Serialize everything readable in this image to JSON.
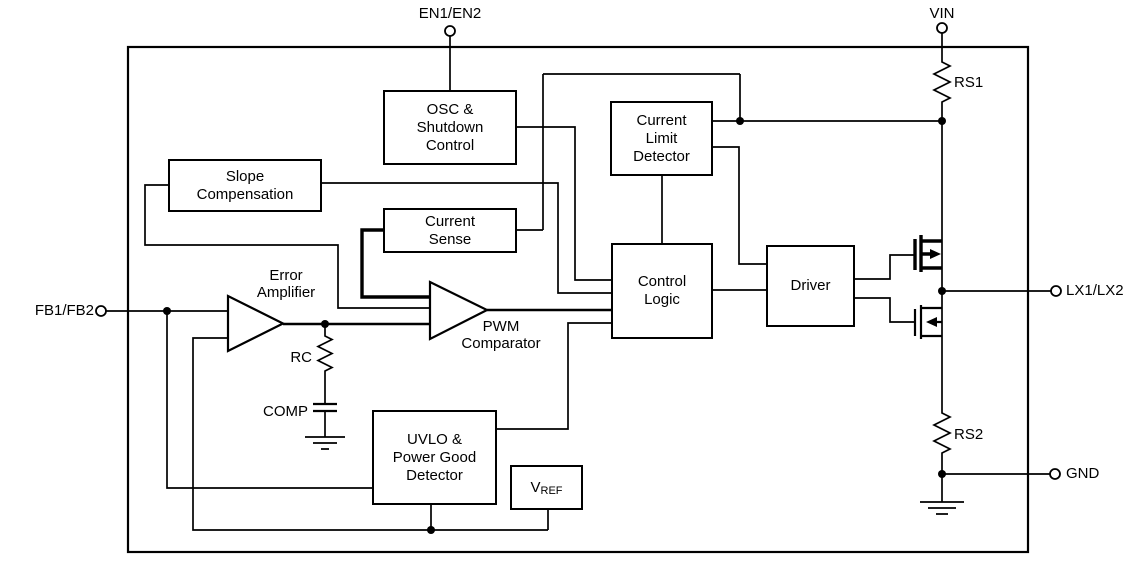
{
  "diagram": {
    "background": "#ffffff",
    "line_color": "#000000",
    "pins": {
      "en": "EN1/EN2",
      "vin": "VIN",
      "fb": "FB1/FB2",
      "lx": "LX1/LX2",
      "gnd": "GND"
    },
    "blocks": {
      "osc": {
        "l1": "OSC &",
        "l2": "Shutdown",
        "l3": "Control"
      },
      "slope": {
        "l1": "Slope",
        "l2": "Compensation"
      },
      "current_sense": {
        "l1": "Current",
        "l2": "Sense"
      },
      "current_limit": {
        "l1": "Current",
        "l2": "Limit",
        "l3": "Detector"
      },
      "control_logic": {
        "l1": "Control",
        "l2": "Logic"
      },
      "driver": {
        "l1": "Driver"
      },
      "uvlo": {
        "l1": "UVLO &",
        "l2": "Power Good",
        "l3": "Detector"
      },
      "vref": {
        "main": "V",
        "sub": "REF"
      }
    },
    "amps": {
      "error": {
        "l1": "Error",
        "l2": "Amplifier"
      },
      "pwm": {
        "l1": "PWM",
        "l2": "Comparator"
      }
    },
    "parts": {
      "rs1": "RS1",
      "rs2": "RS2",
      "rc": "RC",
      "comp": "COMP"
    }
  }
}
